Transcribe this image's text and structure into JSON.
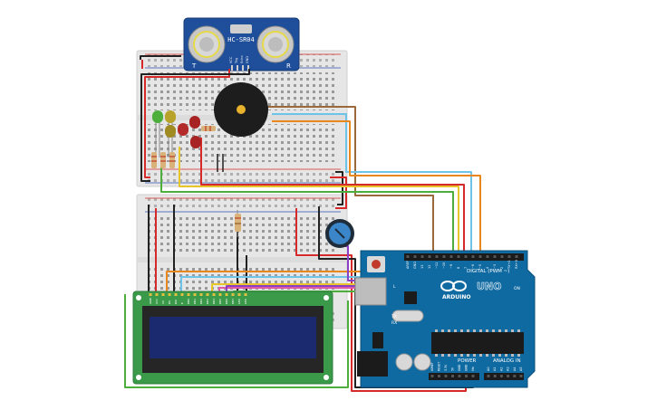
{
  "sensor": {
    "model": "HC-SR04",
    "pin_labels": [
      "VCC",
      "Trig",
      "Echo",
      "GND"
    ],
    "left_mark": "T",
    "right_mark": "R"
  },
  "arduino": {
    "brand": "ARDUINO",
    "model": "UNO",
    "digital_label": "DIGITAL (PWM ~)",
    "analog_label": "ANALOG IN",
    "power_label": "POWER",
    "header_top": [
      "AREF",
      "GND",
      "13",
      "12",
      "~11",
      "~10",
      "~9",
      "8",
      "7",
      "~6",
      "~5",
      "4",
      "~3",
      "2",
      "TX→1",
      "RX←0"
    ],
    "header_power": [
      "IOREF",
      "RESET",
      "3.3V",
      "5V",
      "GND",
      "GND",
      "Vin"
    ],
    "header_analog": [
      "A0",
      "A1",
      "A2",
      "A3",
      "A4",
      "A5"
    ],
    "tx_label": "TX",
    "rx_label": "RX",
    "l_label": "L",
    "on_label": "ON"
  },
  "lcd": {
    "pin_labels": [
      "GND",
      "VCC",
      "V0",
      "RS",
      "RW",
      "E",
      "DB0",
      "DB1",
      "DB2",
      "DB3",
      "DB4",
      "DB5",
      "DB6",
      "DB7",
      "LED",
      "LED"
    ]
  },
  "colors": {
    "wire_red": "#d62a2a",
    "wire_black": "#222222",
    "wire_orange": "#e8881c",
    "wire_yellow": "#e7c52b",
    "wire_green": "#4caf3c",
    "wire_brown": "#9a6a3b",
    "wire_lightblue": "#6ec3e8",
    "wire_purple": "#8b3fc4",
    "wire_pink": "#e05aa6",
    "board_blue": "#0f6aa2",
    "breadboard": "#e9e9e9",
    "lcd_green": "#3a9a4a",
    "lcd_screen": "#1b2a6e"
  }
}
